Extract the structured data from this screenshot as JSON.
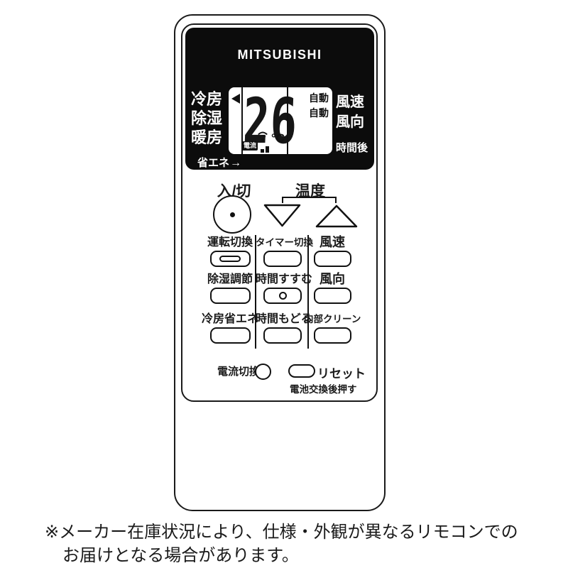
{
  "remote": {
    "brand": "MITSUBISHI",
    "display": {
      "mode_labels": [
        "冷房",
        "除湿",
        "暖房"
      ],
      "eco_label": "省エネ",
      "lcd": {
        "temperature": "26",
        "unit": "°C",
        "current_badge": "電流",
        "fan_speed_value": "自動",
        "fan_direction_value": "自動"
      },
      "right_labels": [
        "風速",
        "風向",
        "時間後"
      ]
    },
    "power_label": "入/切",
    "temp_label": "温度",
    "buttons": [
      {
        "label": "運転切換"
      },
      {
        "label": "タイマー切換"
      },
      {
        "label": "風速"
      },
      {
        "label": "除湿調節"
      },
      {
        "label": "時間すすむ"
      },
      {
        "label": "風向"
      },
      {
        "label": "冷房省エネ"
      },
      {
        "label": "時間もどる"
      },
      {
        "label": "内部クリーン"
      }
    ],
    "bottom": {
      "current_switch_label": "電流切換",
      "reset_label": "リセット",
      "reset_note": "電池交換後押す"
    }
  },
  "icons": {
    "eco_arrow": "→"
  },
  "footnote": {
    "line1": "※メーカー在庫状況により、仕様・外観が異なるリモコンでの",
    "line2": "お届けとなる場合があります。"
  }
}
